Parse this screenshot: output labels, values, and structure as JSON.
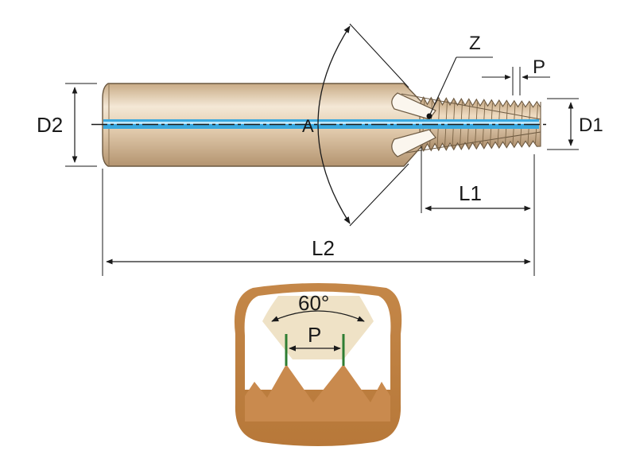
{
  "labels": {
    "d2": "D2",
    "d1": "D1",
    "l1": "L1",
    "l2": "L2",
    "z": "Z",
    "p_top": "P",
    "a": "A",
    "angle": "60°",
    "p_bottom": "P"
  },
  "colors": {
    "tool_body": "#d9c1a0",
    "tool_highlight": "#f3e6d2",
    "coolant_channel": "#3aa9e0",
    "thread_profile": "#c98a4e",
    "angle_zone": "#efe2c6",
    "pitch_marker": "#2e7d32",
    "line": "#1a1a1a"
  }
}
